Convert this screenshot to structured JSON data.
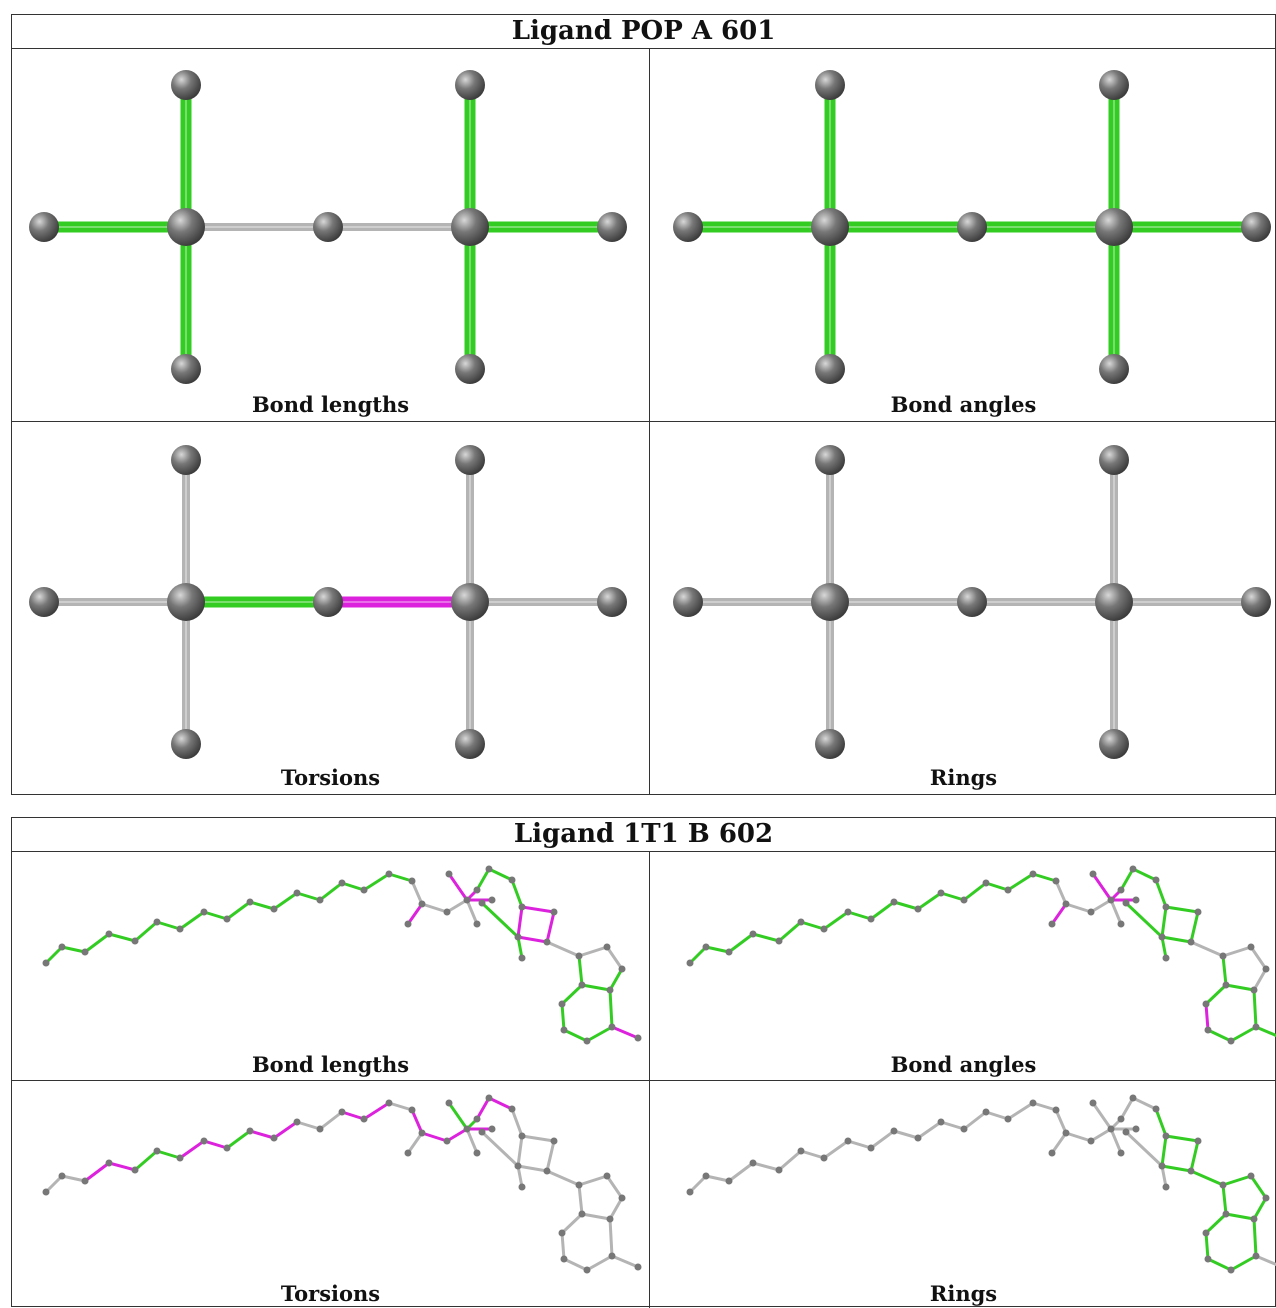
{
  "ligands": [
    {
      "title": "Ligand POP A 601",
      "panels": [
        {
          "label": "Bond lengths",
          "bond_colors": [
            "green",
            "green",
            "green",
            "gray",
            "gray",
            "green",
            "green",
            "green"
          ]
        },
        {
          "label": "Bond angles",
          "bond_colors": [
            "green",
            "green",
            "green",
            "green",
            "green",
            "green",
            "green",
            "green"
          ]
        },
        {
          "label": "Torsions",
          "bond_colors": [
            "gray",
            "gray",
            "gray",
            "green",
            "magenta",
            "gray",
            "gray",
            "gray"
          ]
        },
        {
          "label": "Rings",
          "bond_colors": [
            "gray",
            "gray",
            "gray",
            "gray",
            "gray",
            "gray",
            "gray",
            "gray"
          ]
        }
      ]
    },
    {
      "title": "Ligand 1T1 B 602",
      "panels": [
        {
          "label": "Bond lengths"
        },
        {
          "label": "Bond angles"
        },
        {
          "label": "Torsions"
        },
        {
          "label": "Rings"
        }
      ]
    }
  ],
  "colors": {
    "green": "#33cc22",
    "magenta": "#dd22dd",
    "gray": "#b4b4b4",
    "atom": "#777777"
  }
}
